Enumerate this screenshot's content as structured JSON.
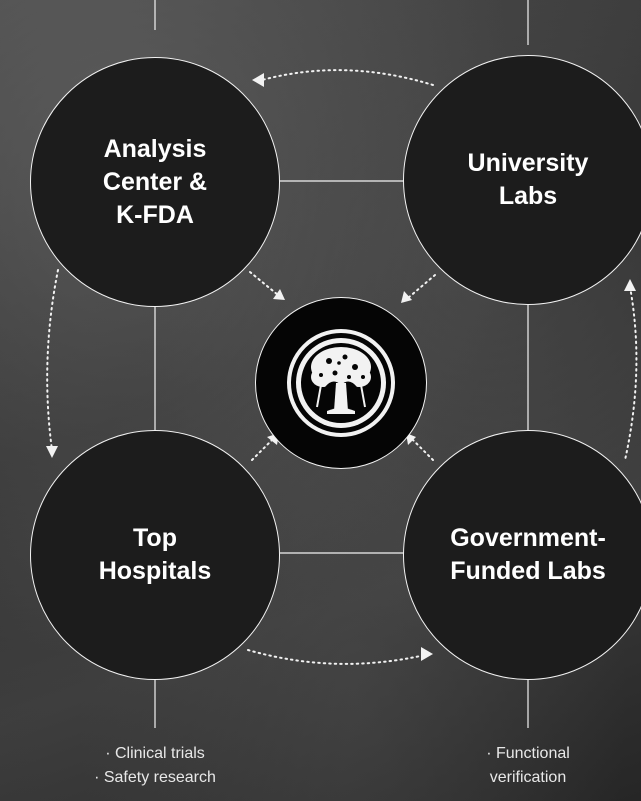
{
  "nodes": {
    "analysis": "Analysis\nCenter &\nK-FDA",
    "university": "University\nLabs",
    "hospitals": "Top\nHospitals",
    "government": "Government-\nFunded Labs"
  },
  "captions": {
    "hospitals": "· Clinical trials\n· Safety research",
    "government": "· Functional\nverification"
  },
  "center_logo": "tree-emblem-icon",
  "colors": {
    "node_fill": "#1c1c1c",
    "center_fill": "#050505",
    "line": "#f2f2f2",
    "text": "#ffffff"
  }
}
